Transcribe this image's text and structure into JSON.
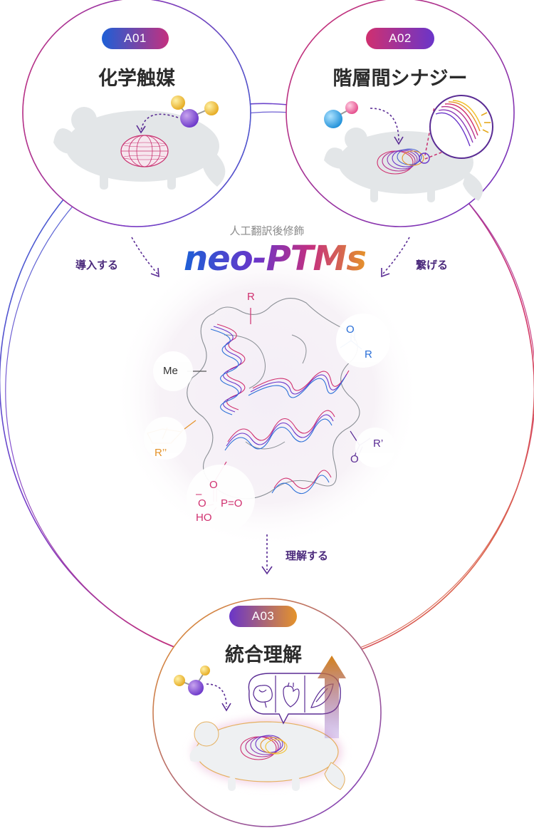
{
  "units": [
    {
      "badge": "A01",
      "title": "化学触媒"
    },
    {
      "badge": "A02",
      "title": "階層間シナジー"
    },
    {
      "badge": "A03",
      "title": "統合理解"
    }
  ],
  "center": {
    "subtitle": "人工翻訳後修飾",
    "headline": "neo-PTMs"
  },
  "connectors": {
    "a01_to_center": "導入する",
    "a02_to_center": "繋げる",
    "center_to_a03": "理解する"
  },
  "chem_labels": {
    "r_top": "R",
    "me": "Me",
    "o_top_right": "O",
    "r_right": "R",
    "r_prime": "R’",
    "o_right": "O",
    "r_double_prime": "R’’",
    "phosphate_o_top": "O",
    "phosphate_minus": "–",
    "phosphate_o_left": "O",
    "phosphate_p": "P=O",
    "phosphate_ho": "HO"
  },
  "colors": {
    "blue": "#2a6fd8",
    "purple": "#6a35c9",
    "magenta": "#d0306f",
    "orange": "#e5932a",
    "text_dark": "#2b2b2b",
    "verb": "#4b2a7c",
    "mouse": "#e3e6e8"
  },
  "icons": [
    "mouse-silhouette-icon",
    "catalyst-molecule-icon",
    "protein-ribbon-icon",
    "brain-icon",
    "heart-icon",
    "muscle-icon",
    "up-arrow-icon"
  ]
}
